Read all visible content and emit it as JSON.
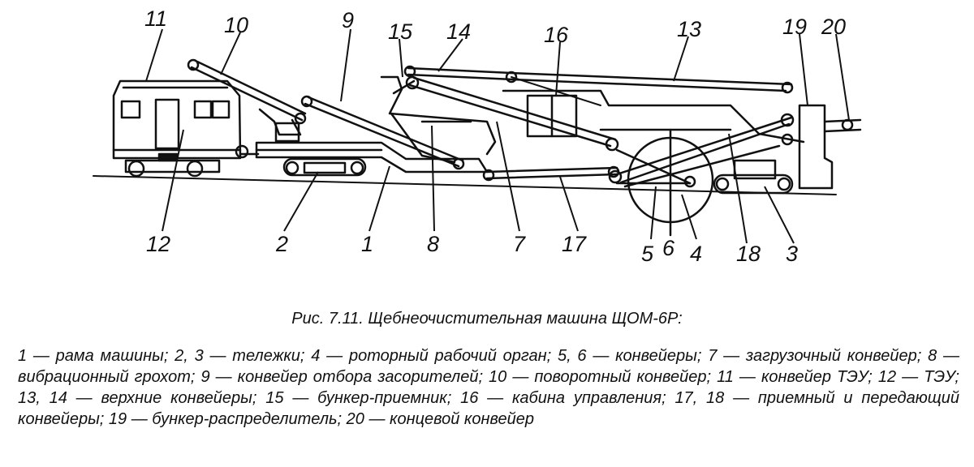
{
  "callouts": {
    "n1": "1",
    "n2": "2",
    "n3": "3",
    "n4": "4",
    "n5": "5",
    "n6": "6",
    "n7": "7",
    "n8": "8",
    "n9": "9",
    "n10": "10",
    "n11": "11",
    "n12": "12",
    "n13": "13",
    "n14": "14",
    "n15": "15",
    "n16": "16",
    "n17": "17",
    "n18": "18",
    "n19": "19",
    "n20": "20"
  },
  "caption": "Рис. 7.11. Щебнеочистительная машина ЩОМ-6Р:",
  "legend": "1 — рама машины; 2, 3 — тележки; 4 — роторный рабочий орган; 5, 6 — конвейеры; 7 — загрузочный конвейер; 8 — вибрационный грохот; 9 — конвейер отбора засорителей; 10 — поворотный конвейер; 11 — конвейер ТЭУ; 12 — ТЭУ; 13, 14 — верхние конвейеры; 15 — бункер-приемник; 16 — кабина управления; 17, 18 — приемный и передающий конвейеры; 19 — бункер-распределитель; 20 — концевой конвейер"
}
